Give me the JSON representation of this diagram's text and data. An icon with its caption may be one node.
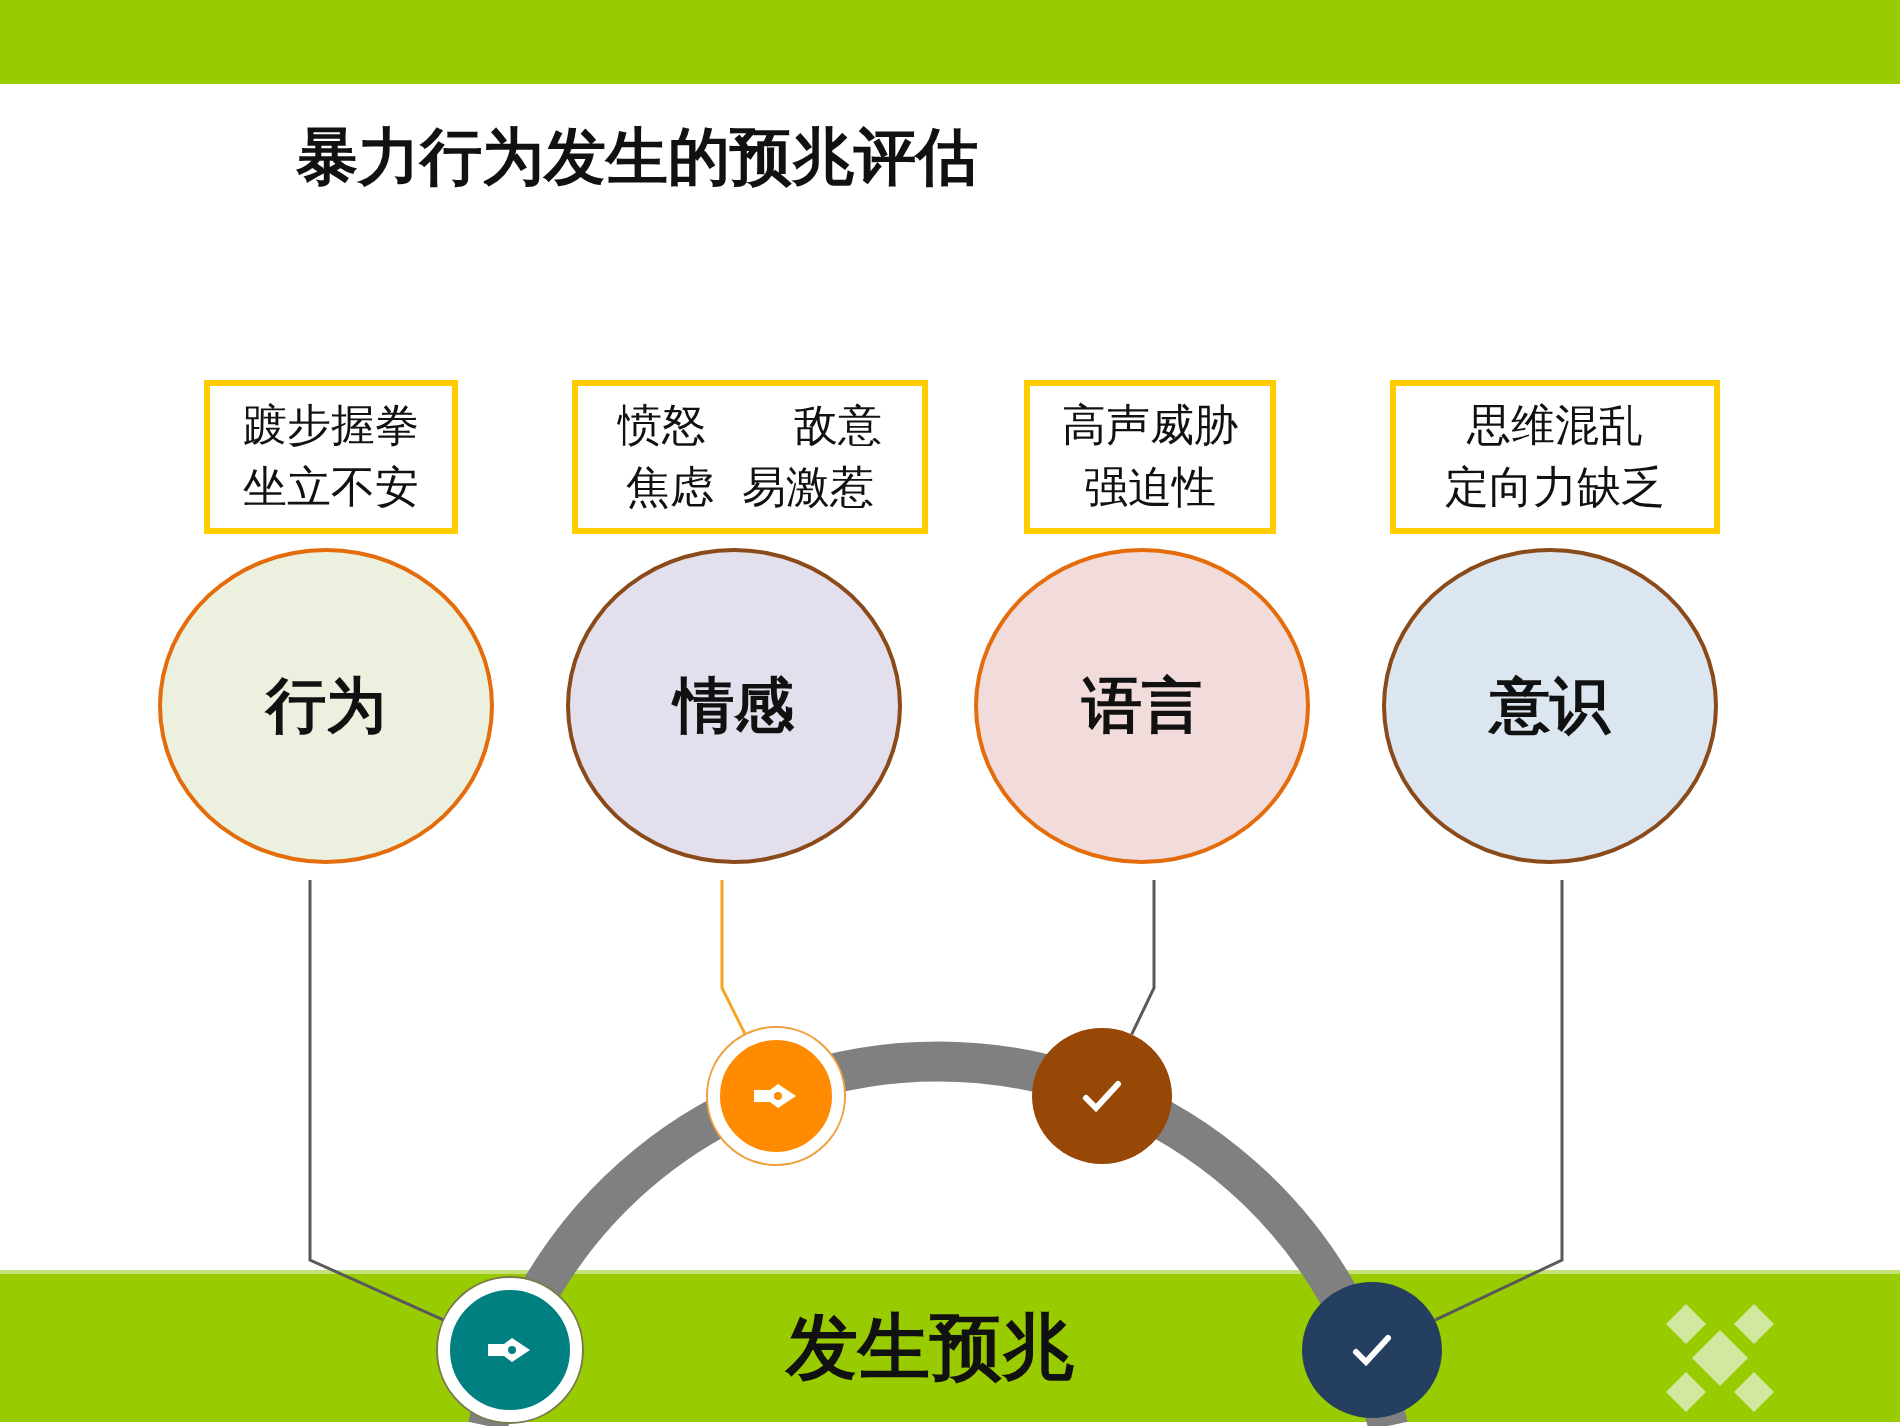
{
  "diagram": {
    "title": "暴力行为发生的预兆评估",
    "nodes": [
      {
        "text": [
          "踱步握拳",
          "坐立不安"
        ]
      },
      {
        "text": [
          "愤怒　　敌意",
          "焦虑  易激惹"
        ]
      },
      {
        "text": [
          "高声威胁",
          "强迫性"
        ]
      },
      {
        "text": [
          "思维混乱",
          "定向力缺乏"
        ]
      },
      {
        "text": [
          "行为"
        ]
      },
      {
        "text": [
          "情感"
        ]
      },
      {
        "text": [
          "语言"
        ]
      },
      {
        "text": [
          "意识"
        ]
      },
      {
        "text": [],
        "shape": "circle"
      },
      {
        "text": [],
        "shape": "circle"
      },
      {
        "text": [],
        "shape": "circle"
      },
      {
        "text": [],
        "shape": "circle"
      }
    ],
    "edges": [
      {
        "from": 4,
        "to": 8,
        "arrow": "none"
      },
      {
        "from": 5,
        "to": 9,
        "arrow": "none",
        "color": "#f5a623"
      },
      {
        "from": 6,
        "to": 10,
        "arrow": "none"
      },
      {
        "from": 7,
        "to": 11,
        "arrow": "none"
      }
    ],
    "labels": [
      "发生预兆"
    ]
  }
}
